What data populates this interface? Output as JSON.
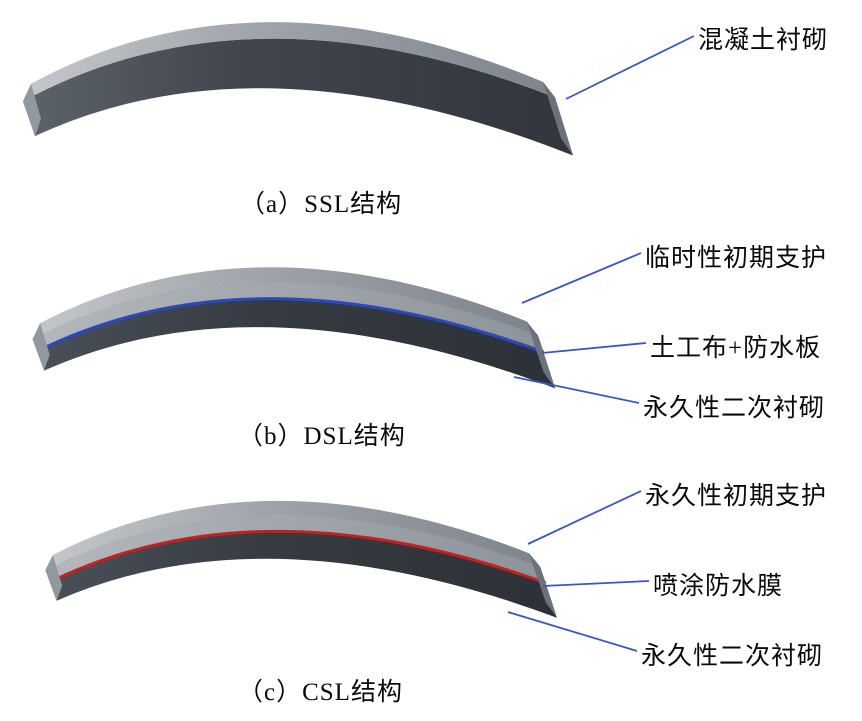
{
  "figure": {
    "panels": [
      {
        "caption": "（a）SSL结构",
        "labels": [
          "混凝土衬砌"
        ]
      },
      {
        "caption": "（b）DSL结构",
        "labels": [
          "临时性初期支护",
          "土工布+防水板",
          "永久性二次衬砌"
        ]
      },
      {
        "caption": "（c）CSL结构",
        "labels": [
          "永久性初期支护",
          "喷涂防水膜",
          "永久性二次衬砌"
        ]
      }
    ]
  },
  "colors": {
    "leader_line": "#3a57c4",
    "membrane_blue": "#2a49bb",
    "membrane_red": "#c42020"
  }
}
